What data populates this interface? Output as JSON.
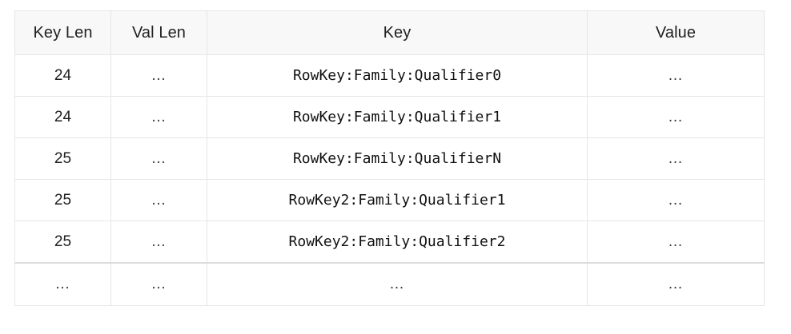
{
  "table": {
    "caption": "",
    "columns": [
      {
        "label": "Key Len",
        "key": "key_len",
        "align": "center"
      },
      {
        "label": "Val Len",
        "key": "val_len",
        "align": "center"
      },
      {
        "label": "Key",
        "key": "key",
        "align": "center"
      },
      {
        "label": "Value",
        "key": "value",
        "align": "center"
      }
    ],
    "rows": [
      {
        "key_len": "24",
        "val_len": "…",
        "key": "RowKey:Family:Qualifier0",
        "value": "…"
      },
      {
        "key_len": "24",
        "val_len": "…",
        "key": "RowKey:Family:Qualifier1",
        "value": "…"
      },
      {
        "key_len": "25",
        "val_len": "…",
        "key": "RowKey:Family:QualifierN",
        "value": "…"
      },
      {
        "key_len": "25",
        "val_len": "…",
        "key": "RowKey2:Family:Qualifier1",
        "value": "…"
      },
      {
        "key_len": "25",
        "val_len": "…",
        "key": "RowKey2:Family:Qualifier2",
        "value": "…"
      },
      {
        "key_len": "…",
        "val_len": "…",
        "key": "…",
        "value": "…"
      }
    ]
  },
  "style": {
    "header_background": "#f8f8f8",
    "cell_background": "#ffffff",
    "border_color": "#e6e6e6",
    "divider_strong_color": "#dddddd",
    "text_color": "#1f1f1f"
  }
}
